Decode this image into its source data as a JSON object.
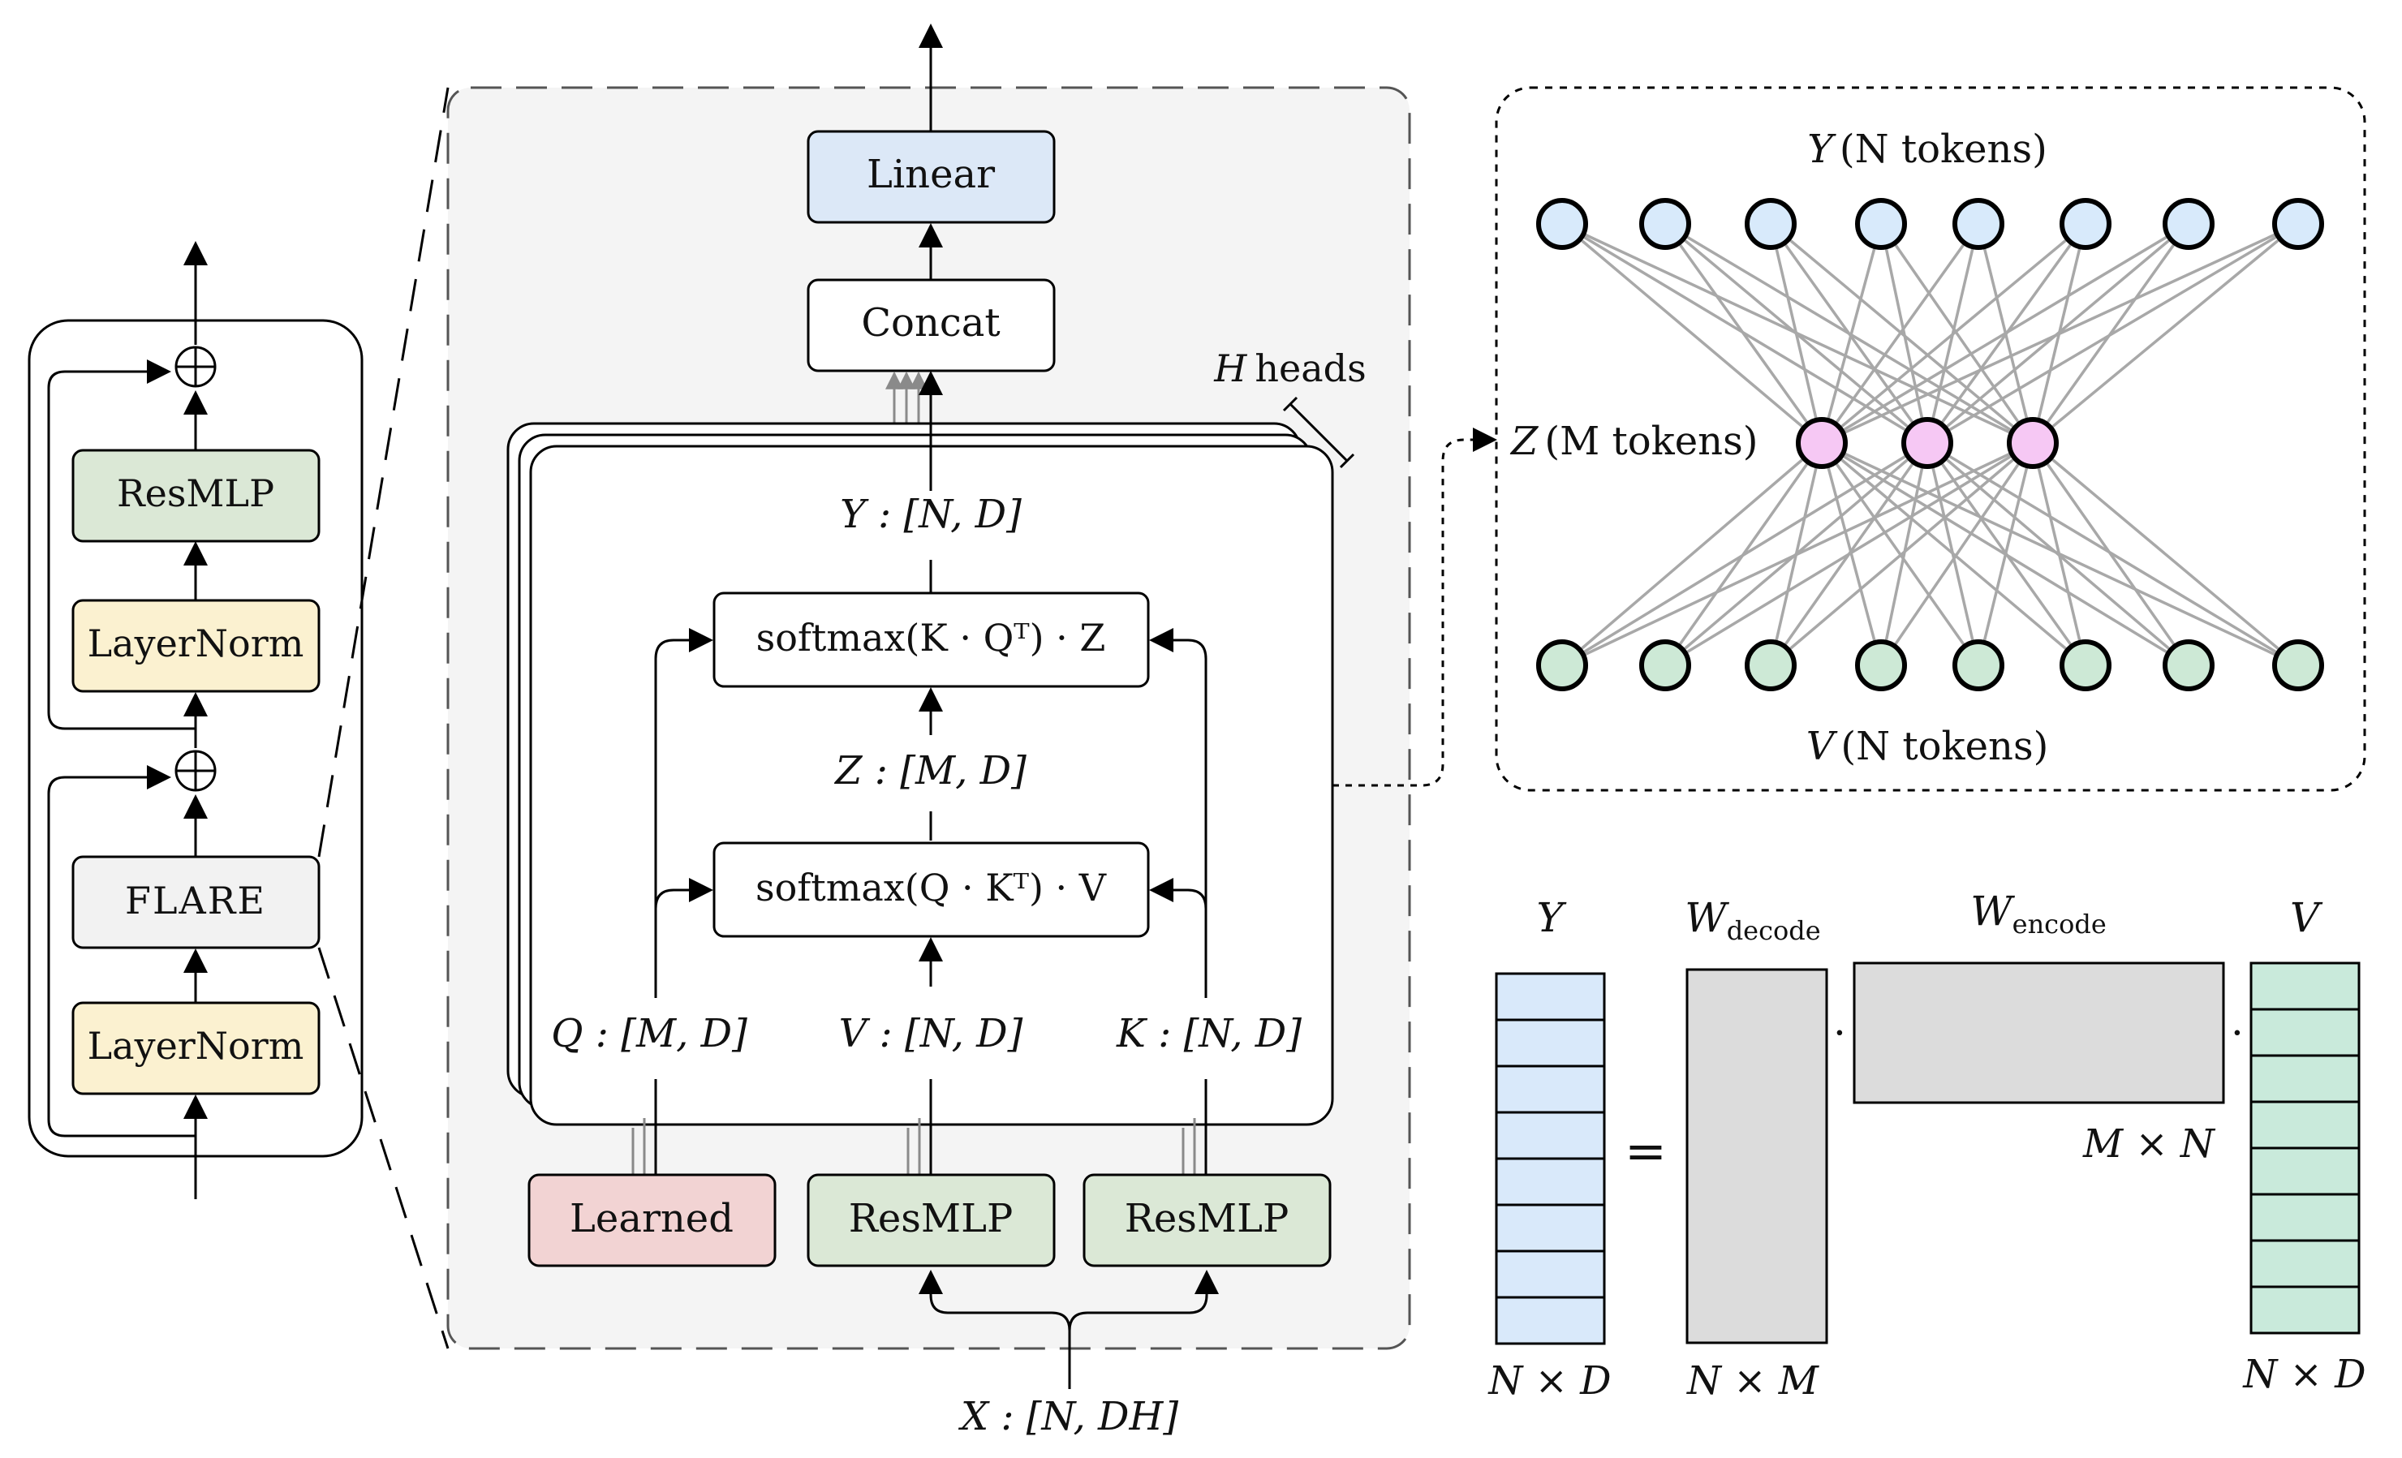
{
  "colors": {
    "linear_fill": "#dce8f7",
    "resmlp_fill": "#dbe8d6",
    "layernorm_fill": "#fbf1d0",
    "flare_fill": "#f2f2f2",
    "learned_fill": "#f2d3d3",
    "panel_fill": "#f4f4f4",
    "y_node": "#d8eafb",
    "z_node": "#f6c8f4",
    "v_node": "#cde9d6",
    "y_matrix": "#d9e9fa",
    "v_matrix": "#c9eadb",
    "w_matrix": "#dcdcdc",
    "edge": "#a8a8a8"
  },
  "block": {
    "resmlp": "ResMLP",
    "layernorm_top": "LayerNorm",
    "flare": "FLARE",
    "layernorm_bottom": "LayerNorm",
    "plus": "⊕"
  },
  "attention": {
    "linear": "Linear",
    "concat": "Concat",
    "heads_var": "H",
    "heads_word": "heads",
    "y_shape": "Y : [N, D]",
    "decode_op": "softmax(K · Qᵀ) · Z",
    "z_shape": "Z : [M, D]",
    "encode_op": "softmax(Q · Kᵀ) · V",
    "q_shape": "Q : [M, D]",
    "v_shape": "V : [N, D]",
    "k_shape": "K : [N, D]",
    "learned": "Learned",
    "resmlp_v": "ResMLP",
    "resmlp_k": "ResMLP",
    "x_shape": "X : [N, DH]"
  },
  "graph": {
    "y_var": "Y",
    "y_label": "(N tokens)",
    "z_var": "Z",
    "z_label": "(M tokens)",
    "v_var": "V",
    "v_label": "(N tokens)",
    "y_count": 8,
    "z_count": 3,
    "v_count": 8
  },
  "matrix": {
    "y_title": "Y",
    "w_decode_var": "W",
    "w_decode_sub": "decode",
    "w_encode_var": "W",
    "w_encode_sub": "encode",
    "v_title": "V",
    "equals": "=",
    "dot": "·",
    "y_dim": "N × D",
    "w_decode_dim": "N × M",
    "w_encode_dim": "M × N",
    "v_dim": "N × D"
  }
}
